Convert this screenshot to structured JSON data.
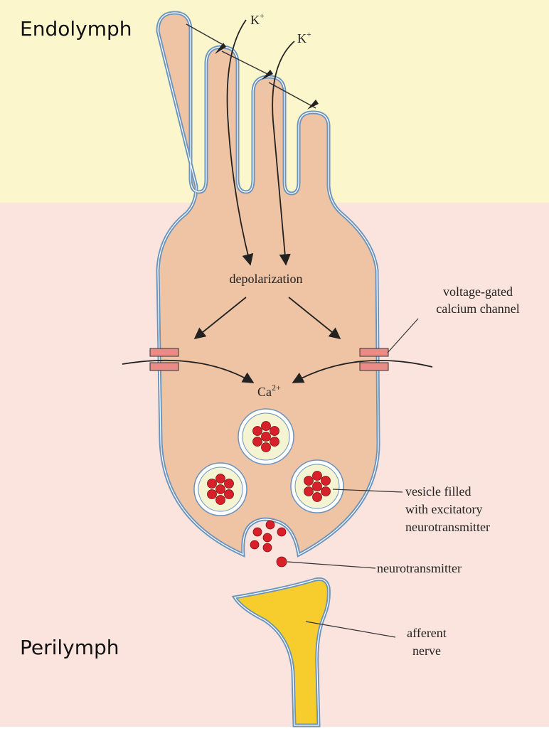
{
  "regions": {
    "top": "Endolymph",
    "bottom": "Perilymph"
  },
  "ions": {
    "potassium_1": {
      "base": "K",
      "sup": "+"
    },
    "potassium_2": {
      "base": "K",
      "sup": "+"
    },
    "calcium": {
      "base": "Ca",
      "sup": "2+"
    }
  },
  "labels": {
    "depolarization": "depolarization",
    "channel_line1": "voltage-gated",
    "channel_line2": "calcium channel",
    "vesicle_line1": "vesicle filled",
    "vesicle_line2": "with excitatory",
    "vesicle_line3": "neurotransmitter",
    "neurotransmitter": "neurotransmitter",
    "nerve_line1": "afferent",
    "nerve_line2": "nerve"
  },
  "colors": {
    "endolymph_bg": "#fcf6cc",
    "perilymph_bg": "#fbe4dd",
    "cell_fill": "#eec4a4",
    "membrane": "#6a93bd",
    "channel": "#ea8b85",
    "vesicle_ring": "#f4f4d2",
    "neurotransmitter": "#d8202a",
    "nerve": "#f6cd2d"
  }
}
